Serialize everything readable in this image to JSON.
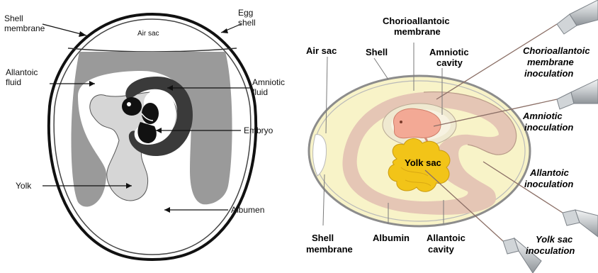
{
  "left_diagram": {
    "labels": {
      "shell_membrane": [
        "Shell",
        "membrane"
      ],
      "air_sac": "Air sac",
      "egg_shell": [
        "Egg",
        "shell"
      ],
      "allantoic_fluid": [
        "Allantoic",
        "fluid"
      ],
      "amniotic_fluid": [
        "Amniotic",
        "fluid"
      ],
      "embryo": "Embryo",
      "yolk": "Yolk",
      "albumen": "Albumen"
    }
  },
  "right_diagram": {
    "labels": {
      "air_sac": "Air sac",
      "shell": "Shell",
      "chorioallantoic_membrane": [
        "Chorioallantoic",
        "membrane"
      ],
      "amniotic_cavity": [
        "Amniotic",
        "cavity"
      ],
      "yolk_sac": "Yolk sac",
      "shell_membrane": [
        "Shell",
        "membrane"
      ],
      "albumin": "Albumin",
      "allantoic_cavity": [
        "Allantoic",
        "cavity"
      ]
    },
    "routes": {
      "chorioallantoic": [
        "Chorioallantoic",
        "membrane",
        "inoculation"
      ],
      "amniotic": [
        "Amniotic",
        "inoculation"
      ],
      "allantoic": [
        "Allantoic",
        "inoculation"
      ],
      "yolk_sac": [
        "Yolk sac",
        "inoculation"
      ]
    }
  },
  "colors": {
    "shell_outline": "#111111",
    "dark_fill": "#9a9a9a",
    "amnion": "#3a3a3a",
    "light_fill": "#d6d6d6",
    "yolk_right": "#f2c418",
    "albumin_right": "#f8f3c8",
    "allantoic_right": "#e5c6b5",
    "embryo_right": "#f3a995",
    "needle": "#c9cdd0"
  }
}
